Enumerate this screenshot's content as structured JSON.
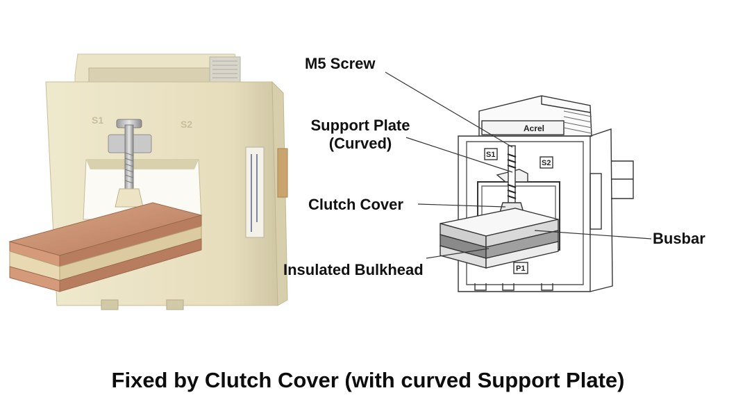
{
  "photo": {
    "terminal_left": "S1",
    "terminal_right": "S2"
  },
  "drawing": {
    "label_plate": "Acrel",
    "terminal_s1": "S1",
    "terminal_s2": "S2",
    "terminal_p1": "P1"
  },
  "labels": {
    "m5_screw": "M5 Screw",
    "support_plate_line1": "Support Plate",
    "support_plate_line2": "(Curved)",
    "clutch_cover": "Clutch Cover",
    "busbar": "Busbar",
    "insulated_bulkhead": "Insulated Bulkhead"
  },
  "caption": "Fixed by Clutch Cover (with curved Support Plate)",
  "colors": {
    "housing": "#e8e0c2",
    "housing_shadow": "#cfc6a4",
    "copper": "#c8906f",
    "insulator": "#e6d4ad",
    "line": "#333333"
  }
}
